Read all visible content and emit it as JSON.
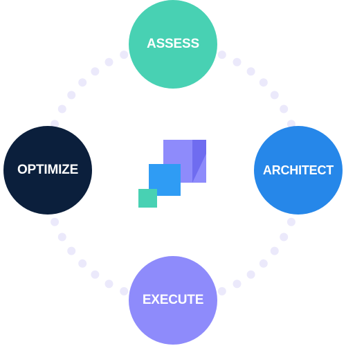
{
  "diagram": {
    "nodes": [
      {
        "label": "ASSESS",
        "color": "#48d1b3"
      },
      {
        "label": "ARCHITECT",
        "color": "#2687e9"
      },
      {
        "label": "EXECUTE",
        "color": "#8e8bfb"
      },
      {
        "label": "OPTIMIZE",
        "color": "#0b1f3c"
      }
    ],
    "connector": {
      "style": "dotted",
      "color": "#ebe9fb"
    },
    "logo": {
      "icon": "stacked-squares-icon",
      "colors": [
        "#48d1b3",
        "#2f9cf4",
        "#8e8bfb"
      ]
    }
  }
}
